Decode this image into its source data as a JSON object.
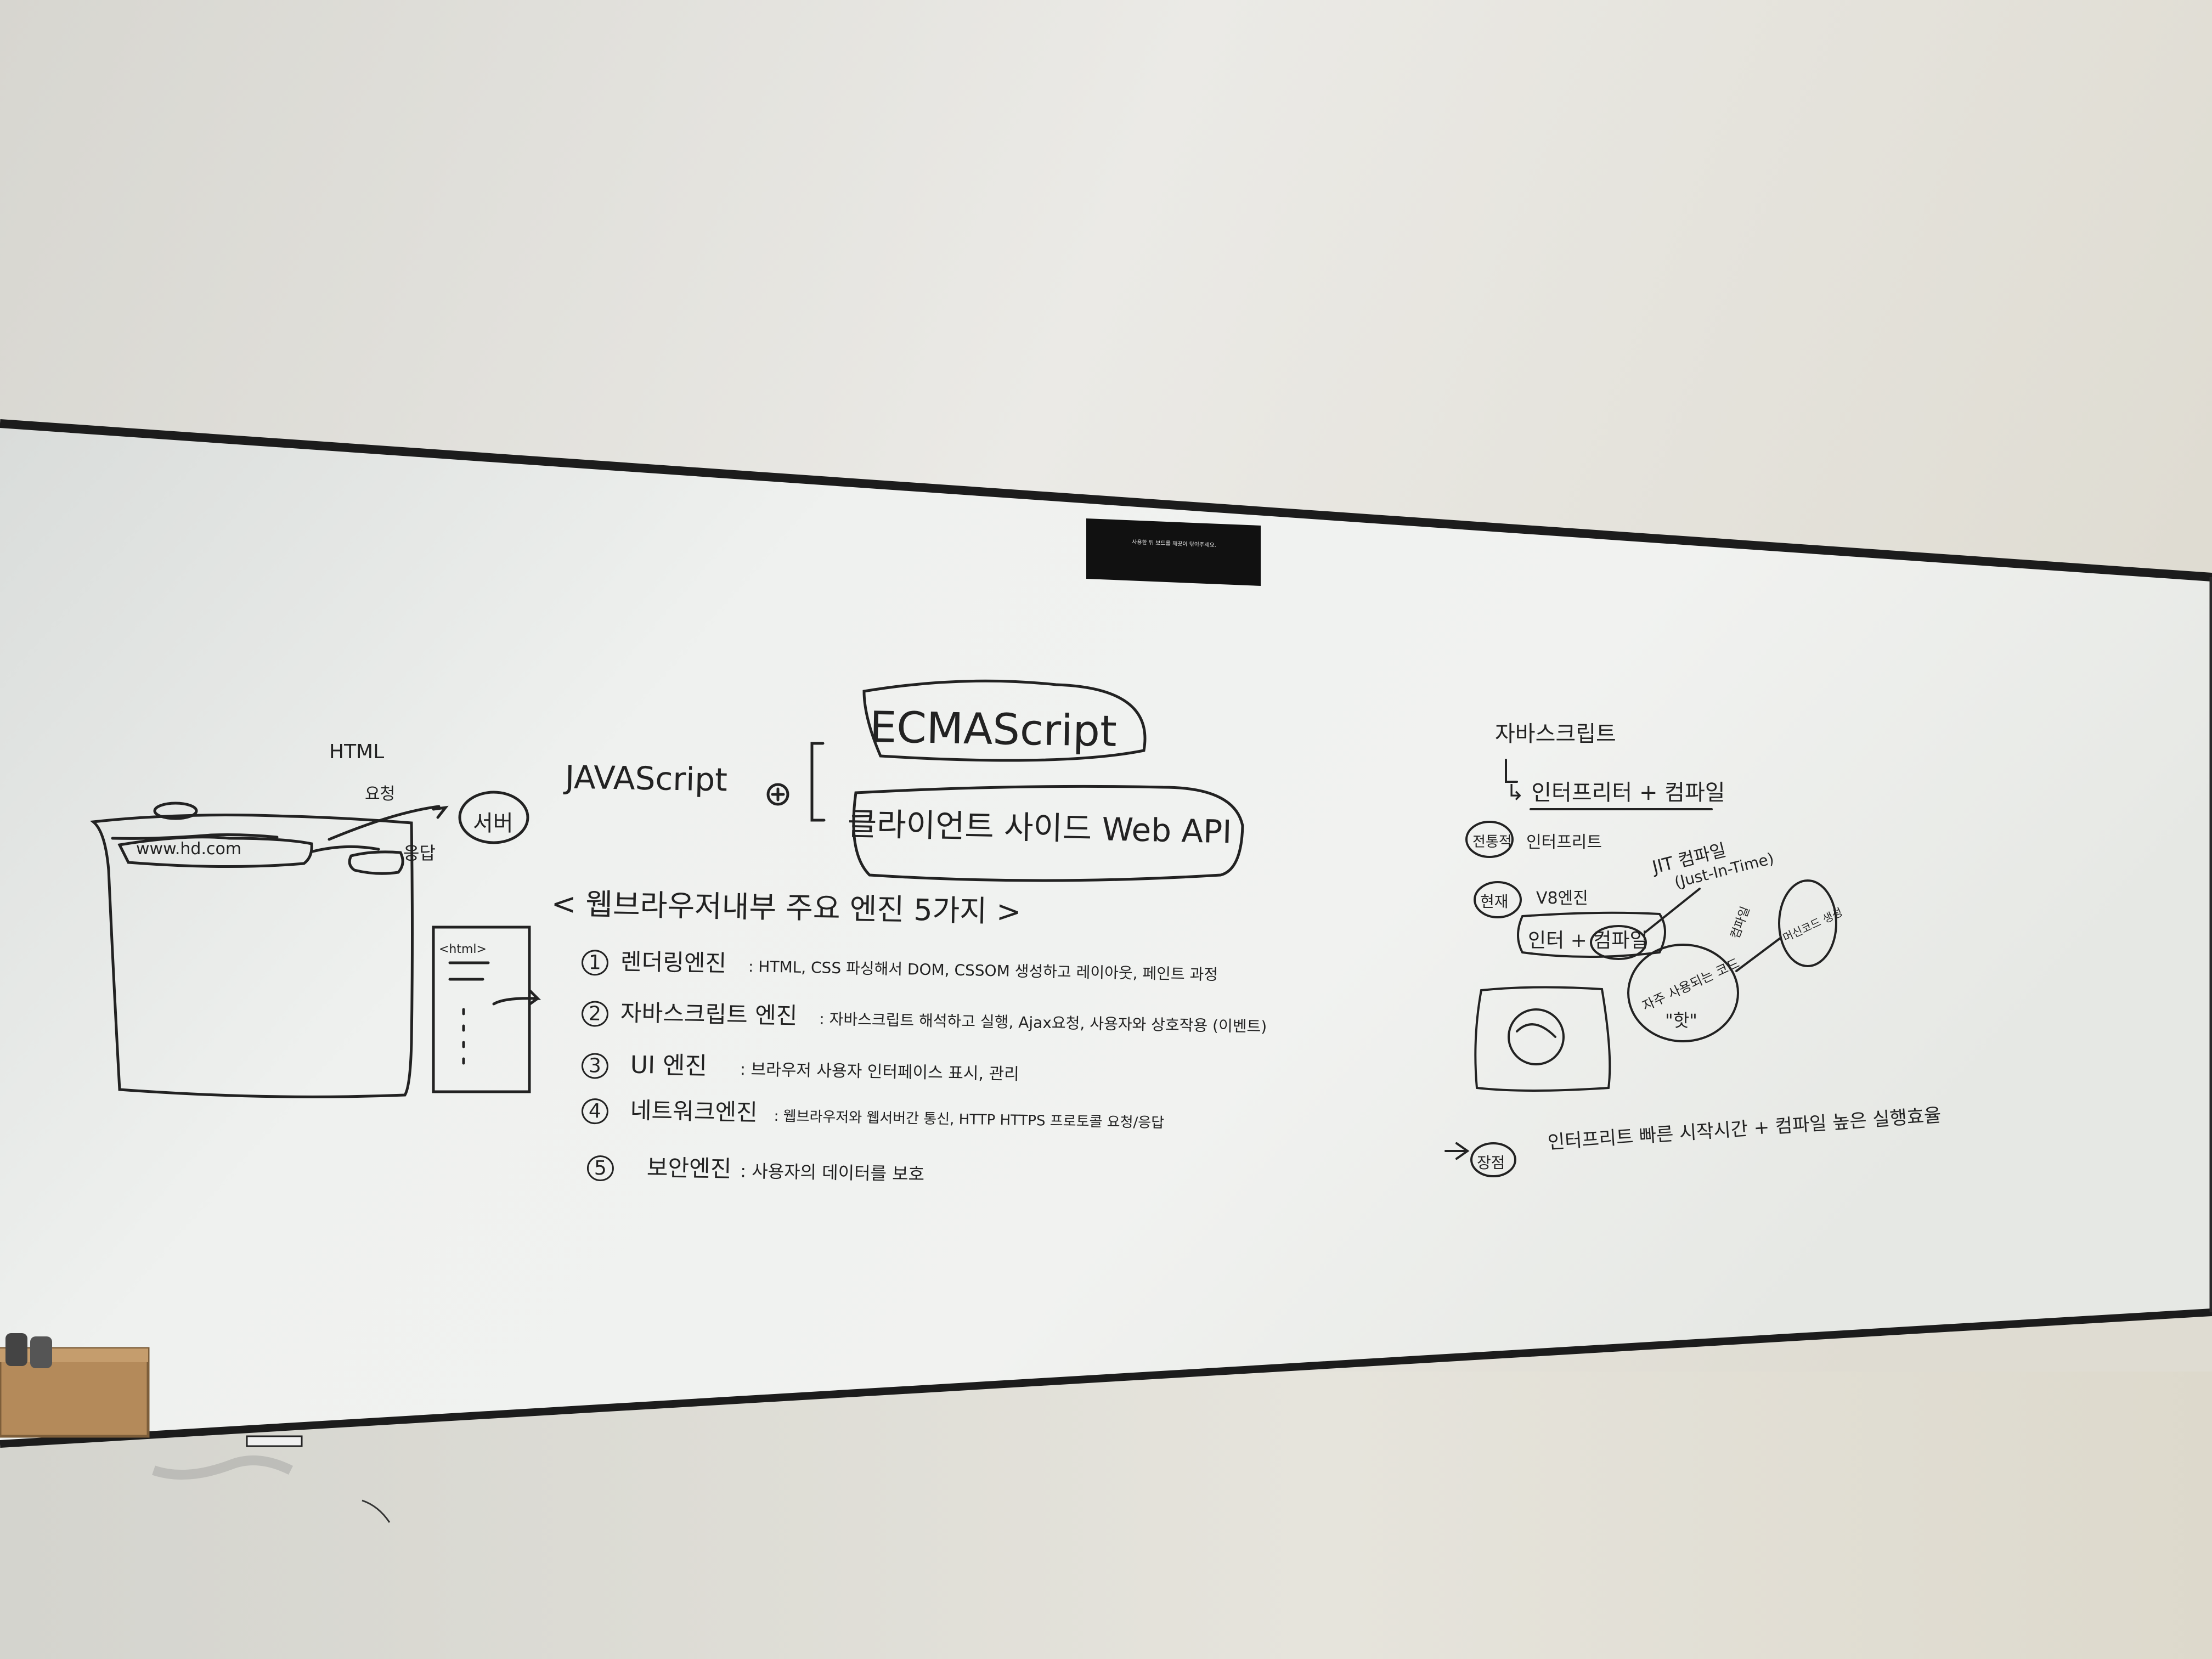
{
  "sign": {
    "line1": "사용한 뒤 보드를 깨끗이 닦아주세요.",
    "line2": ""
  },
  "left_diagram": {
    "url": "www.hd.com",
    "html_label": "HTML",
    "request_label": "요청",
    "response_label": "응답",
    "server_label": "서버",
    "html_tag": "<html>"
  },
  "center": {
    "javascript": "JAVAScript",
    "plus": "+",
    "ecmascript": "ECMAScript",
    "client_web_api": "클라이언트 사이드 Web API",
    "engines_title": "< 웹브라우저내부 주요 엔진 5가지 >",
    "engines": [
      {
        "num": "1",
        "name": "렌더링엔진",
        "desc": ": HTML, CSS 파싱해서 DOM, CSSOM 생성하고 레이아웃, 페인트 과정"
      },
      {
        "num": "2",
        "name": "자바스크립트 엔진",
        "desc": ": 자바스크립트 해석하고 실행, Ajax요청, 사용자와 상호작용 (이벤트)"
      },
      {
        "num": "3",
        "name": "UI 엔진",
        "desc": ": 브라우저 사용자 인터페이스 표시, 관리"
      },
      {
        "num": "4",
        "name": "네트워크엔진",
        "desc": ": 웹브라우저와 웹서버간 통신, HTTP HTTPS 프로토콜 요청/응답"
      },
      {
        "num": "5",
        "name": "보안엔진",
        "desc": ": 사용자의 데이터를 보호"
      }
    ]
  },
  "right": {
    "title": "자바스크립트",
    "sub": "↳ 인터프리터 + 컴파일",
    "past_circle": "전통적",
    "past_text": "인터프리트",
    "current_circle": "현재",
    "current_text": "V8엔진",
    "jit": "JIT 컴파일",
    "jit_sub": "(Just-In-Time)",
    "interp_compile": "인터 + 컴파일",
    "frequent": "자주 사용되는 코드",
    "hot": "\"핫\"",
    "compile_small": "컴파일",
    "machine_code": "머신코드 생성",
    "conclusion_circle": "장점",
    "conclusion": "인터프리트 빠른 시작시간 + 컴파일 높은 실행효율"
  },
  "colors": {
    "wall": "#dcdad2",
    "board": "#eef0ee",
    "frame": "#1c1c1c",
    "marker": "#222222",
    "wood": "#b48a5a",
    "sign": "#111111"
  }
}
